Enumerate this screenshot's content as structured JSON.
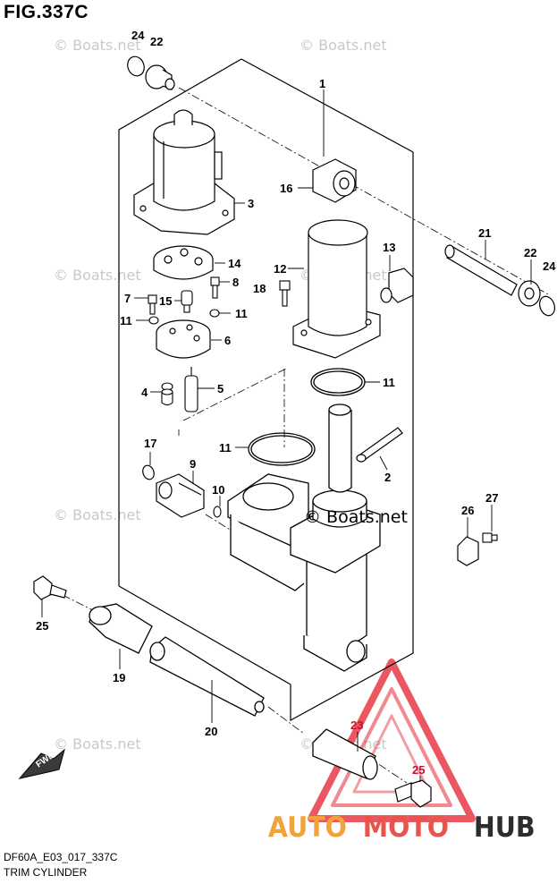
{
  "figure": {
    "title": "FIG.337C",
    "model_code": "DF60A_E03_017_337C",
    "assembly_name": "TRIM CYLINDER"
  },
  "watermark": {
    "text": "© Boats.net"
  },
  "brand_logo": {
    "part1": "AUTO",
    "part2": "MOTO",
    "part3": "HUB",
    "colors": {
      "auto": "#f2a23a",
      "moto": "#e8544b",
      "hub": "#2d2d2d",
      "triangle": "#e83a45"
    }
  },
  "fwd_arrow": {
    "text": "FWD"
  },
  "callouts": [
    {
      "id": "24a",
      "label": "24"
    },
    {
      "id": "22a",
      "label": "22"
    },
    {
      "id": "1",
      "label": "1"
    },
    {
      "id": "16",
      "label": "16"
    },
    {
      "id": "3",
      "label": "3"
    },
    {
      "id": "21",
      "label": "21"
    },
    {
      "id": "22b",
      "label": "22"
    },
    {
      "id": "24b",
      "label": "24"
    },
    {
      "id": "13",
      "label": "13"
    },
    {
      "id": "12",
      "label": "12"
    },
    {
      "id": "18",
      "label": "18"
    },
    {
      "id": "14",
      "label": "14"
    },
    {
      "id": "8",
      "label": "8"
    },
    {
      "id": "7",
      "label": "7"
    },
    {
      "id": "15",
      "label": "15"
    },
    {
      "id": "11a",
      "label": "11"
    },
    {
      "id": "11b",
      "label": "11"
    },
    {
      "id": "6",
      "label": "6"
    },
    {
      "id": "11c",
      "label": "11"
    },
    {
      "id": "4",
      "label": "4"
    },
    {
      "id": "5",
      "label": "5"
    },
    {
      "id": "17",
      "label": "17"
    },
    {
      "id": "11d",
      "label": "11"
    },
    {
      "id": "2",
      "label": "2"
    },
    {
      "id": "9",
      "label": "9"
    },
    {
      "id": "10",
      "label": "10"
    },
    {
      "id": "26",
      "label": "26"
    },
    {
      "id": "27",
      "label": "27"
    },
    {
      "id": "25a",
      "label": "25"
    },
    {
      "id": "19",
      "label": "19"
    },
    {
      "id": "20",
      "label": "20"
    },
    {
      "id": "23",
      "label": "23"
    },
    {
      "id": "25b",
      "label": "25"
    }
  ]
}
